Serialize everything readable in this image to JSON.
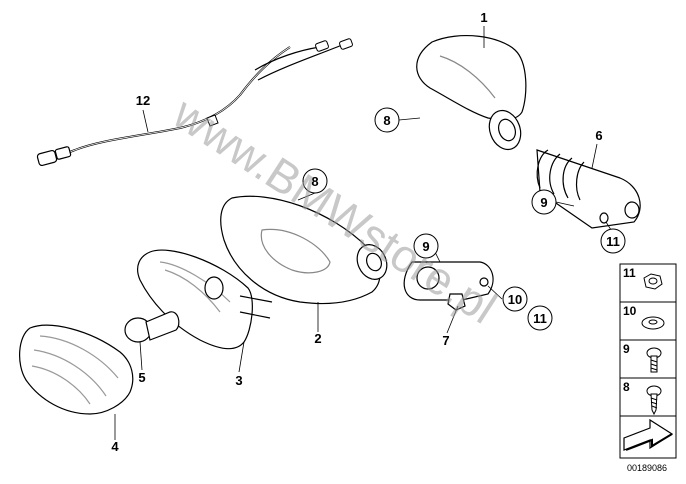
{
  "diagram": {
    "watermark": "www.BMWstore.pl",
    "diagram_number": "00189086",
    "callouts": {
      "c1": "1",
      "c2": "2",
      "c3": "3",
      "c4": "4",
      "c5": "5",
      "c6": "6",
      "c7": "7",
      "c8a": "8",
      "c8b": "8",
      "c9a": "9",
      "c9b": "9",
      "c10": "10",
      "c11a": "11",
      "c11b": "11",
      "c12": "12"
    },
    "legend": {
      "items": [
        {
          "number": "11",
          "icon": "nut-icon"
        },
        {
          "number": "10",
          "icon": "washer-icon"
        },
        {
          "number": "9",
          "icon": "screw-icon"
        },
        {
          "number": "8",
          "icon": "self-tapping-screw-icon"
        }
      ],
      "arrow_icon": "direction-arrow-icon"
    }
  }
}
